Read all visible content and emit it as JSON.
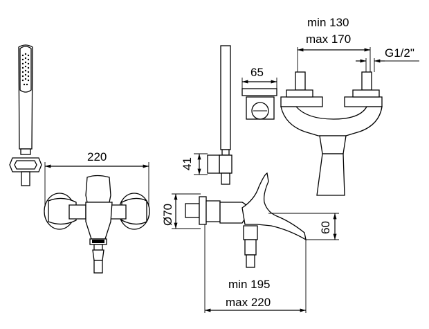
{
  "dimensions": {
    "center_distance_min": "min 130",
    "center_distance_max": "max 170",
    "thread": "G1/2\"",
    "bracket_width": "65",
    "body_width": "220",
    "bracket_height": "41",
    "rosette_diameter": "Ø70",
    "spout_drop": "60",
    "spout_reach_min": "min 195",
    "spout_reach_max": "max 220"
  }
}
